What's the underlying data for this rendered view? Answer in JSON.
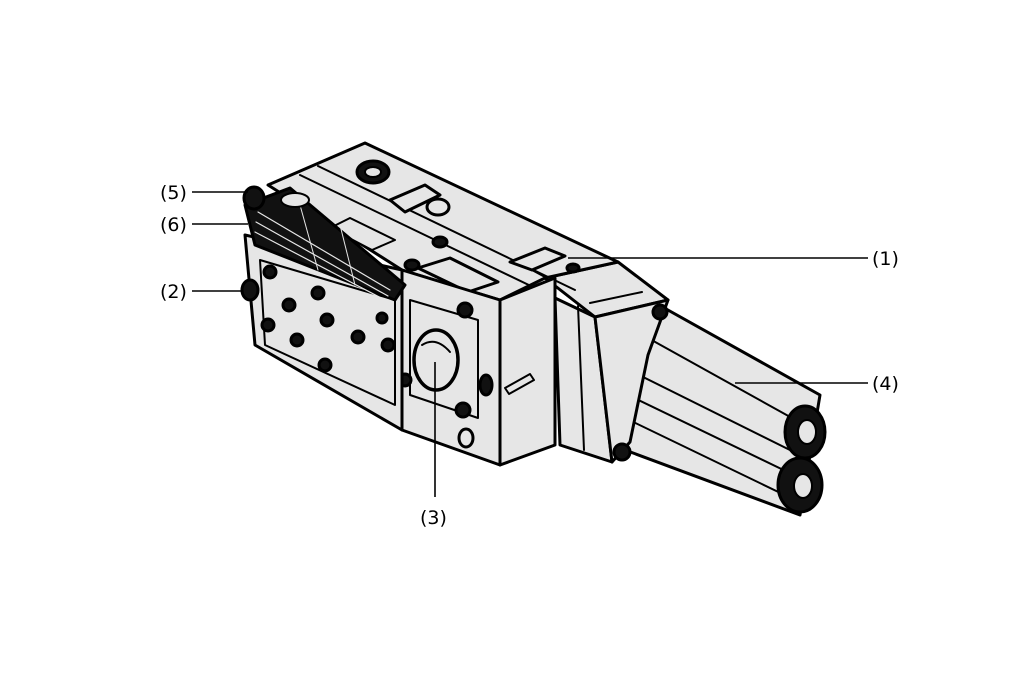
{
  "colors": {
    "body_fill": "#e6e6e6",
    "outline": "#000000",
    "dark": "#111111",
    "background": "#ffffff"
  },
  "callouts": {
    "c1": "(1)",
    "c2": "(2)",
    "c3": "(3)",
    "c4": "(4)",
    "c5": "(5)",
    "c6": "(6)"
  }
}
